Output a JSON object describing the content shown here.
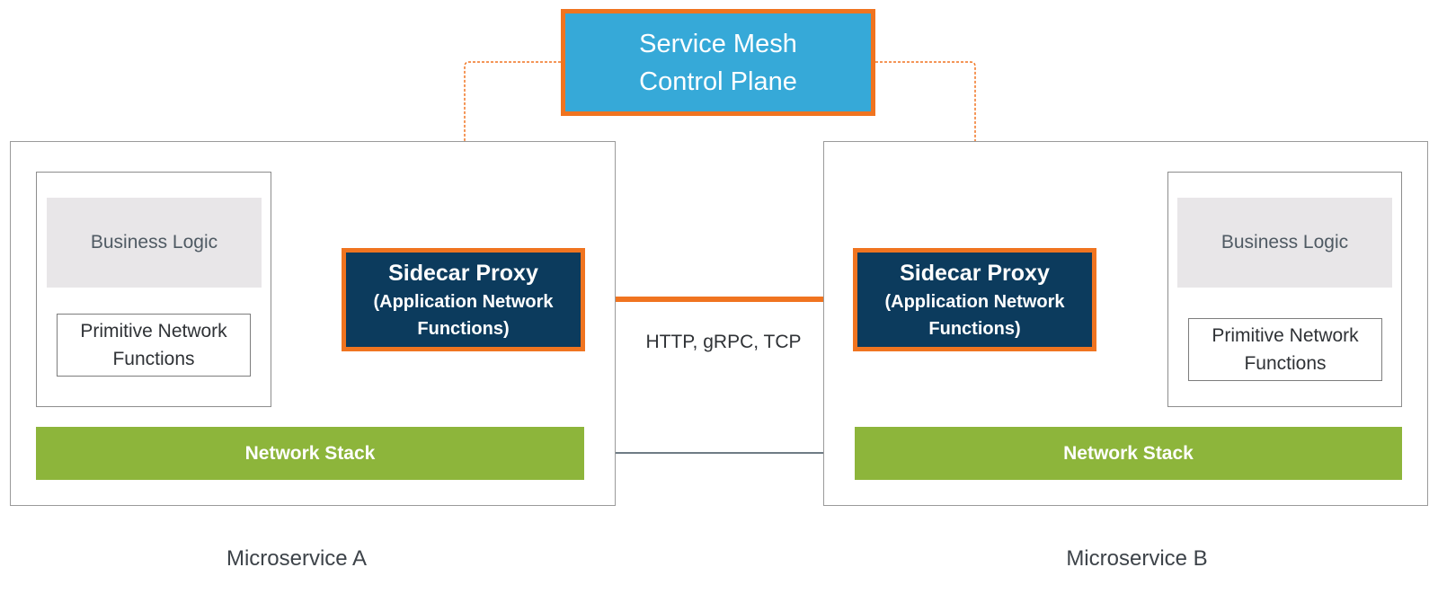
{
  "control_plane": {
    "lines": [
      "Service Mesh",
      "Control Plane"
    ]
  },
  "microservice_a": {
    "label": "Microservice A",
    "business_logic": "Business Logic",
    "primitive_network": [
      "Primitive Network",
      "Functions"
    ],
    "sidecar_title": "Sidecar Proxy",
    "sidecar_subtitle": [
      "(Application Network",
      "Functions)"
    ],
    "network_stack": "Network Stack"
  },
  "microservice_b": {
    "label": "Microservice B",
    "business_logic": "Business Logic",
    "primitive_network": [
      "Primitive Network",
      "Functions"
    ],
    "sidecar_title": "Sidecar Proxy",
    "sidecar_subtitle": [
      "(Application Network",
      "Functions)"
    ],
    "network_stack": "Network Stack"
  },
  "proxy_link": {
    "protocols": "HTTP, gRPC, TCP"
  },
  "colors": {
    "accent_orange": "#f07420",
    "control_plane_blue": "#36a9d8",
    "sidecar_navy": "#0c3b5d",
    "network_green": "#8db53b",
    "business_logic_gray": "#e8e6e8"
  }
}
